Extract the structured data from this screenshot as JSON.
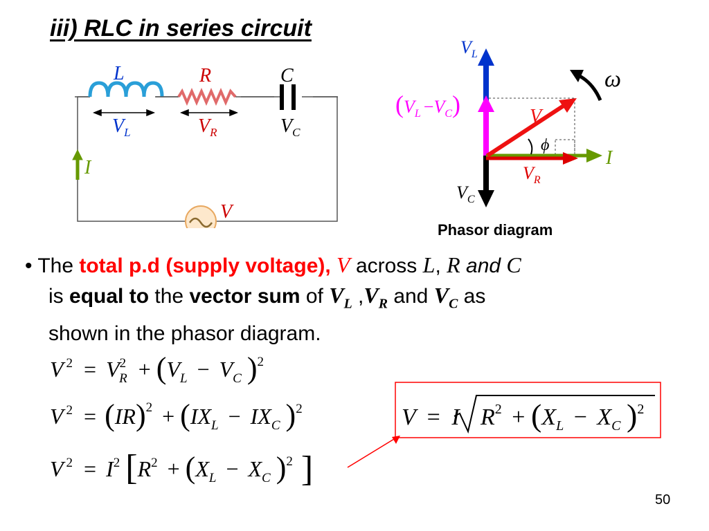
{
  "slide": {
    "title": "iii) RLC in series circuit",
    "page_number": "50"
  },
  "circuit": {
    "inductor_label": "L",
    "resistor_label": "R",
    "capacitor_label": "C",
    "vl_label": "V",
    "vl_sub": "L",
    "vr_label": "V",
    "vr_sub": "R",
    "vc_label": "V",
    "vc_sub": "C",
    "current_label": "I",
    "source_label": "V",
    "source_symbol": "~"
  },
  "phasor": {
    "vl_label": "V",
    "vl_sub": "L",
    "diff_text_v1": "V",
    "diff_sub1": "L",
    "diff_minus": "−",
    "diff_text_v2": "V",
    "diff_sub2": "C",
    "v_label": "V",
    "phi_label": "ϕ",
    "current_label": "I",
    "vr_label": "V",
    "vr_sub": "R",
    "vc_label": "V",
    "vc_sub": "C",
    "omega_label": "ω",
    "caption": "Phasor diagram",
    "colors": {
      "vl": "#0033cc",
      "diff": "#ff00ff",
      "v": "#ee1111",
      "vr": "#dd0000",
      "vc": "#000000",
      "current": "#669900"
    }
  },
  "text": {
    "bullet_mark": "•",
    "the": "The",
    "total_pd": "total p.d (supply voltage),",
    "v": "V",
    "across": "across",
    "l": "L",
    "comma": ",",
    "r": "R",
    "and_it": "and",
    "c": "C",
    "is": "is",
    "equal_to": "equal to",
    "the2": "the",
    "vector_sum": "vector sum",
    "of": "of",
    "vl": "V",
    "vl_sub": "L",
    "comma2": ",",
    "vr": "V",
    "vr_sub": "R",
    "and2": "and",
    "vc": "V",
    "vc_sub": "C",
    "as": "as",
    "line3": "shown in the phasor diagram."
  },
  "equations": {
    "eq1": {
      "V": "V",
      "two": "2",
      "eq": "=",
      "VR": "V",
      "R": "R",
      "two_b": "2",
      "plus": "+",
      "VL": "V",
      "L": "L",
      "minus": "−",
      "VC": "V",
      "C": "C",
      "two_c": "2"
    },
    "eq2": {
      "V": "V",
      "two": "2",
      "eq": "=",
      "IR": "IR",
      "two_b": "2",
      "plus": "+",
      "IX1": "IX",
      "L": "L",
      "minus": "−",
      "IX2": "IX",
      "C": "C",
      "two_c": "2"
    },
    "eq3": {
      "V": "V",
      "two": "2",
      "eq": "=",
      "I": "I",
      "two_i": "2",
      "R": "R",
      "two_r": "2",
      "plus": "+",
      "X1": "X",
      "L": "L",
      "minus": "−",
      "X2": "X",
      "C": "C",
      "two_c": "2"
    },
    "boxed": {
      "V": "V",
      "eq": "=",
      "I": "I",
      "R": "R",
      "two_r": "2",
      "plus": "+",
      "X1": "X",
      "L": "L",
      "minus": "−",
      "X2": "X",
      "C": "C",
      "two_c": "2"
    }
  }
}
